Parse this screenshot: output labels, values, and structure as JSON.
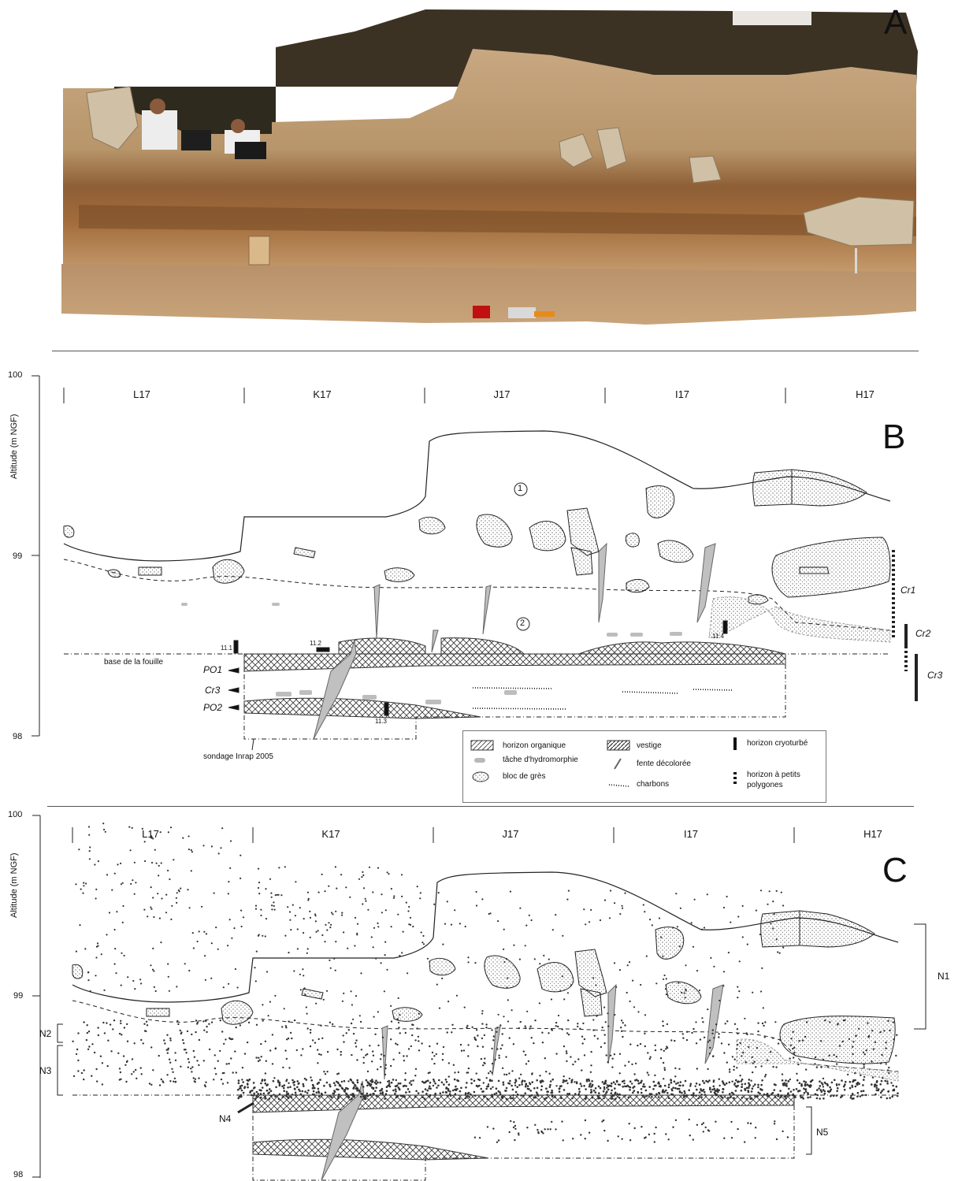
{
  "panels": {
    "a": {
      "letter": "A"
    },
    "b": {
      "letter": "B",
      "y_axis_title": "Altitude (m NGF)",
      "y_ticks": [
        "100",
        "99",
        "98"
      ],
      "squares": [
        "L17",
        "K17",
        "J17",
        "I17",
        "H17"
      ],
      "layer_marks": [
        "1",
        "2"
      ],
      "labels": {
        "base": "base de la fouille",
        "sondage": "sondage Inrap 2005",
        "po1": "PO1",
        "cr3_left": "Cr3",
        "po2": "PO2",
        "s111": "11.1",
        "s112": "11.2",
        "s113": "11.3",
        "s114": "11.4",
        "cr1": "Cr1",
        "cr2": "Cr2",
        "cr3_right": "Cr3"
      },
      "legend": {
        "organic": "horizon organique",
        "hydro": "tâche d'hydromorphie",
        "bloc": "bloc de grès",
        "vestige": "vestige",
        "fente": "fente décolorée",
        "charbons": "charbons",
        "cryo": "horizon cryoturbé",
        "poly1": "horizon à petits",
        "poly2": "polygones"
      }
    },
    "c": {
      "letter": "C",
      "y_axis_title": "Altitude (m NGF)",
      "y_ticks": [
        "100",
        "99",
        "98"
      ],
      "squares": [
        "L17",
        "K17",
        "J17",
        "I17",
        "H17"
      ],
      "levels": [
        "N1",
        "N2",
        "N3",
        "N4",
        "N5"
      ]
    }
  },
  "colors": {
    "ink": "#222222",
    "grey_stain": "#b8b8b8",
    "photo_sediment": "#b9946a",
    "photo_dark": "#6b4a2c"
  }
}
